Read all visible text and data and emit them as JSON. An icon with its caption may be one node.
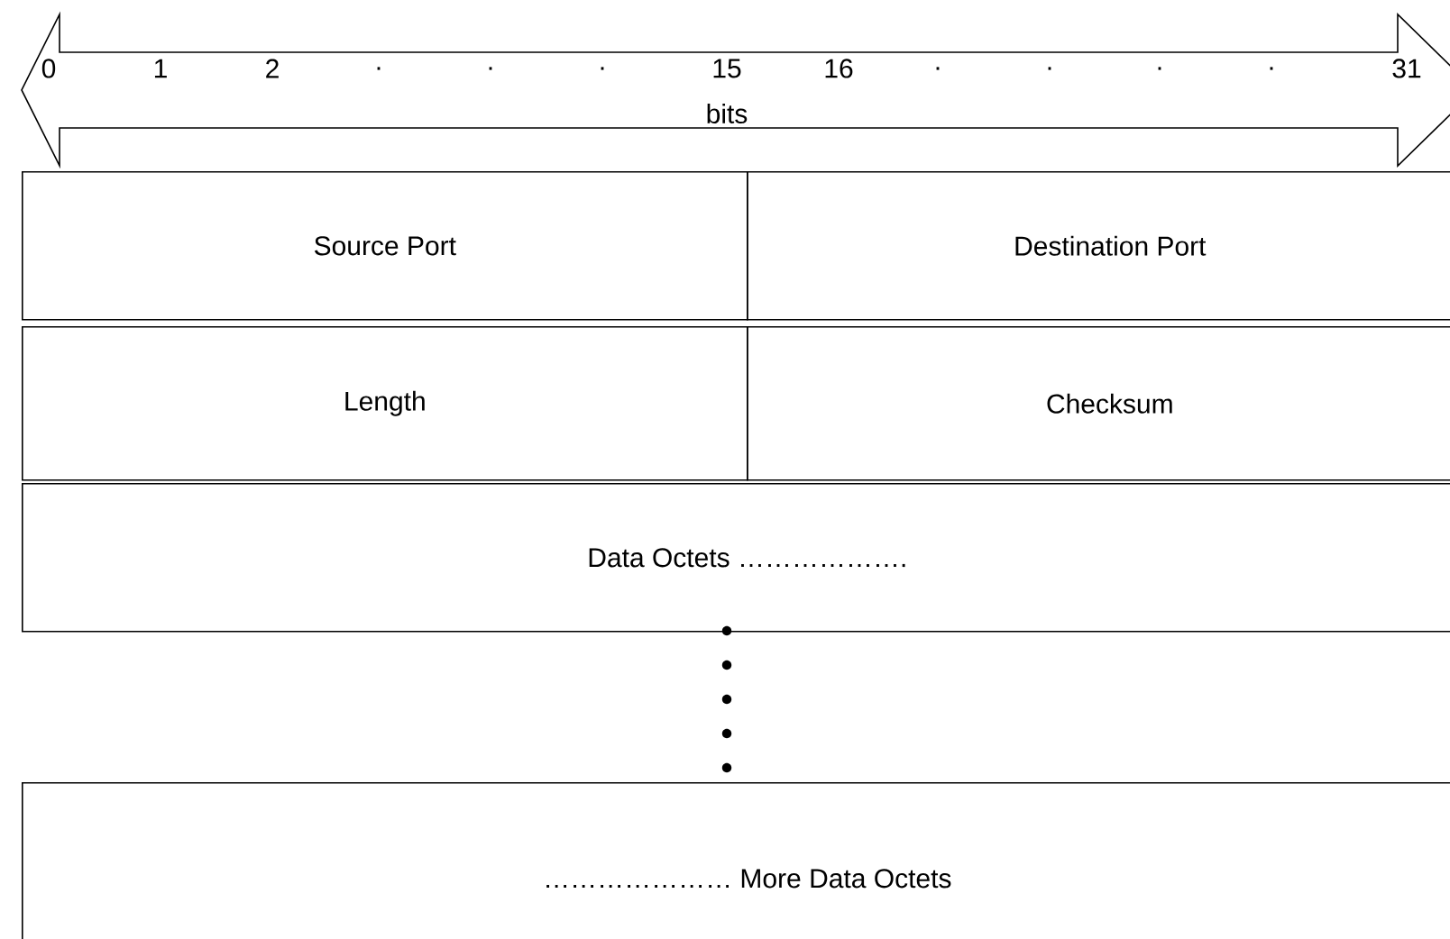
{
  "diagram": {
    "nodes": [
      {
        "text": [
          "Source Port"
        ]
      },
      {
        "text": [
          "Destination Port"
        ]
      },
      {
        "text": [
          "Length"
        ]
      },
      {
        "text": [
          "Checksum"
        ]
      },
      {
        "text": [
          "Data Octets ………………."
        ]
      },
      {
        "text": [
          "………………… More Data Octets"
        ]
      }
    ],
    "labels": [
      "0",
      "1",
      "2",
      ".",
      ".",
      ".",
      "15",
      "16",
      ".",
      ".",
      ".",
      ".",
      "31",
      "bits"
    ]
  }
}
